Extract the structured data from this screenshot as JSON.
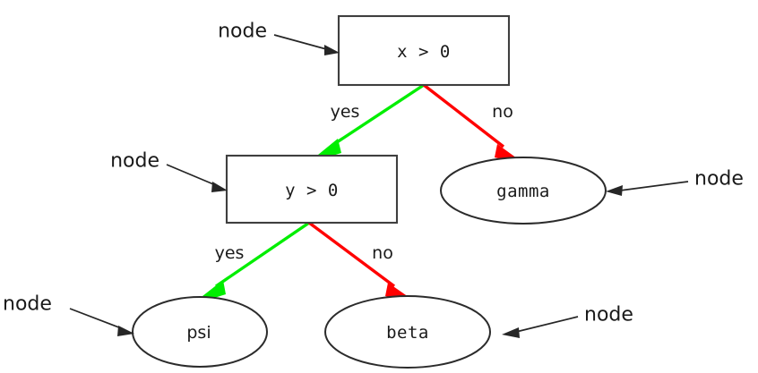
{
  "diagram": {
    "type": "decision-tree",
    "title": "",
    "background_color": "#ffffff",
    "colors": {
      "yes_edge": "#00ee00",
      "no_edge": "#ff0000",
      "box_stroke": "#3f3f3f",
      "ellipse_stroke": "#2b2b2b",
      "annotation_arrow": "#262626",
      "text": "#1a1a1a"
    },
    "nodes": [
      {
        "id": "root",
        "kind": "decision",
        "shape": "rectangle",
        "label": "x > 0"
      },
      {
        "id": "inner",
        "kind": "decision",
        "shape": "rectangle",
        "label": "y > 0"
      },
      {
        "id": "gamma",
        "kind": "leaf",
        "shape": "ellipse",
        "label": "gamma"
      },
      {
        "id": "psi",
        "kind": "leaf",
        "shape": "ellipse",
        "label": "psi"
      },
      {
        "id": "beta",
        "kind": "leaf",
        "shape": "ellipse",
        "label": "beta"
      }
    ],
    "edges": [
      {
        "id": "root-yes",
        "from": "root",
        "to": "inner",
        "label": "yes",
        "color": "#00ee00"
      },
      {
        "id": "root-no",
        "from": "root",
        "to": "gamma",
        "label": "no",
        "color": "#ff0000"
      },
      {
        "id": "inner-yes",
        "from": "inner",
        "to": "psi",
        "label": "yes",
        "color": "#00ee00"
      },
      {
        "id": "inner-no",
        "from": "inner",
        "to": "beta",
        "label": "no",
        "color": "#ff0000"
      }
    ],
    "annotations": [
      {
        "id": "annot-root",
        "label": "node",
        "points_to": "root"
      },
      {
        "id": "annot-inner",
        "label": "node",
        "points_to": "inner"
      },
      {
        "id": "annot-gamma",
        "label": "node",
        "points_to": "gamma"
      },
      {
        "id": "annot-psi",
        "label": "node",
        "points_to": "psi"
      },
      {
        "id": "annot-beta",
        "label": "node",
        "points_to": "beta"
      }
    ]
  }
}
